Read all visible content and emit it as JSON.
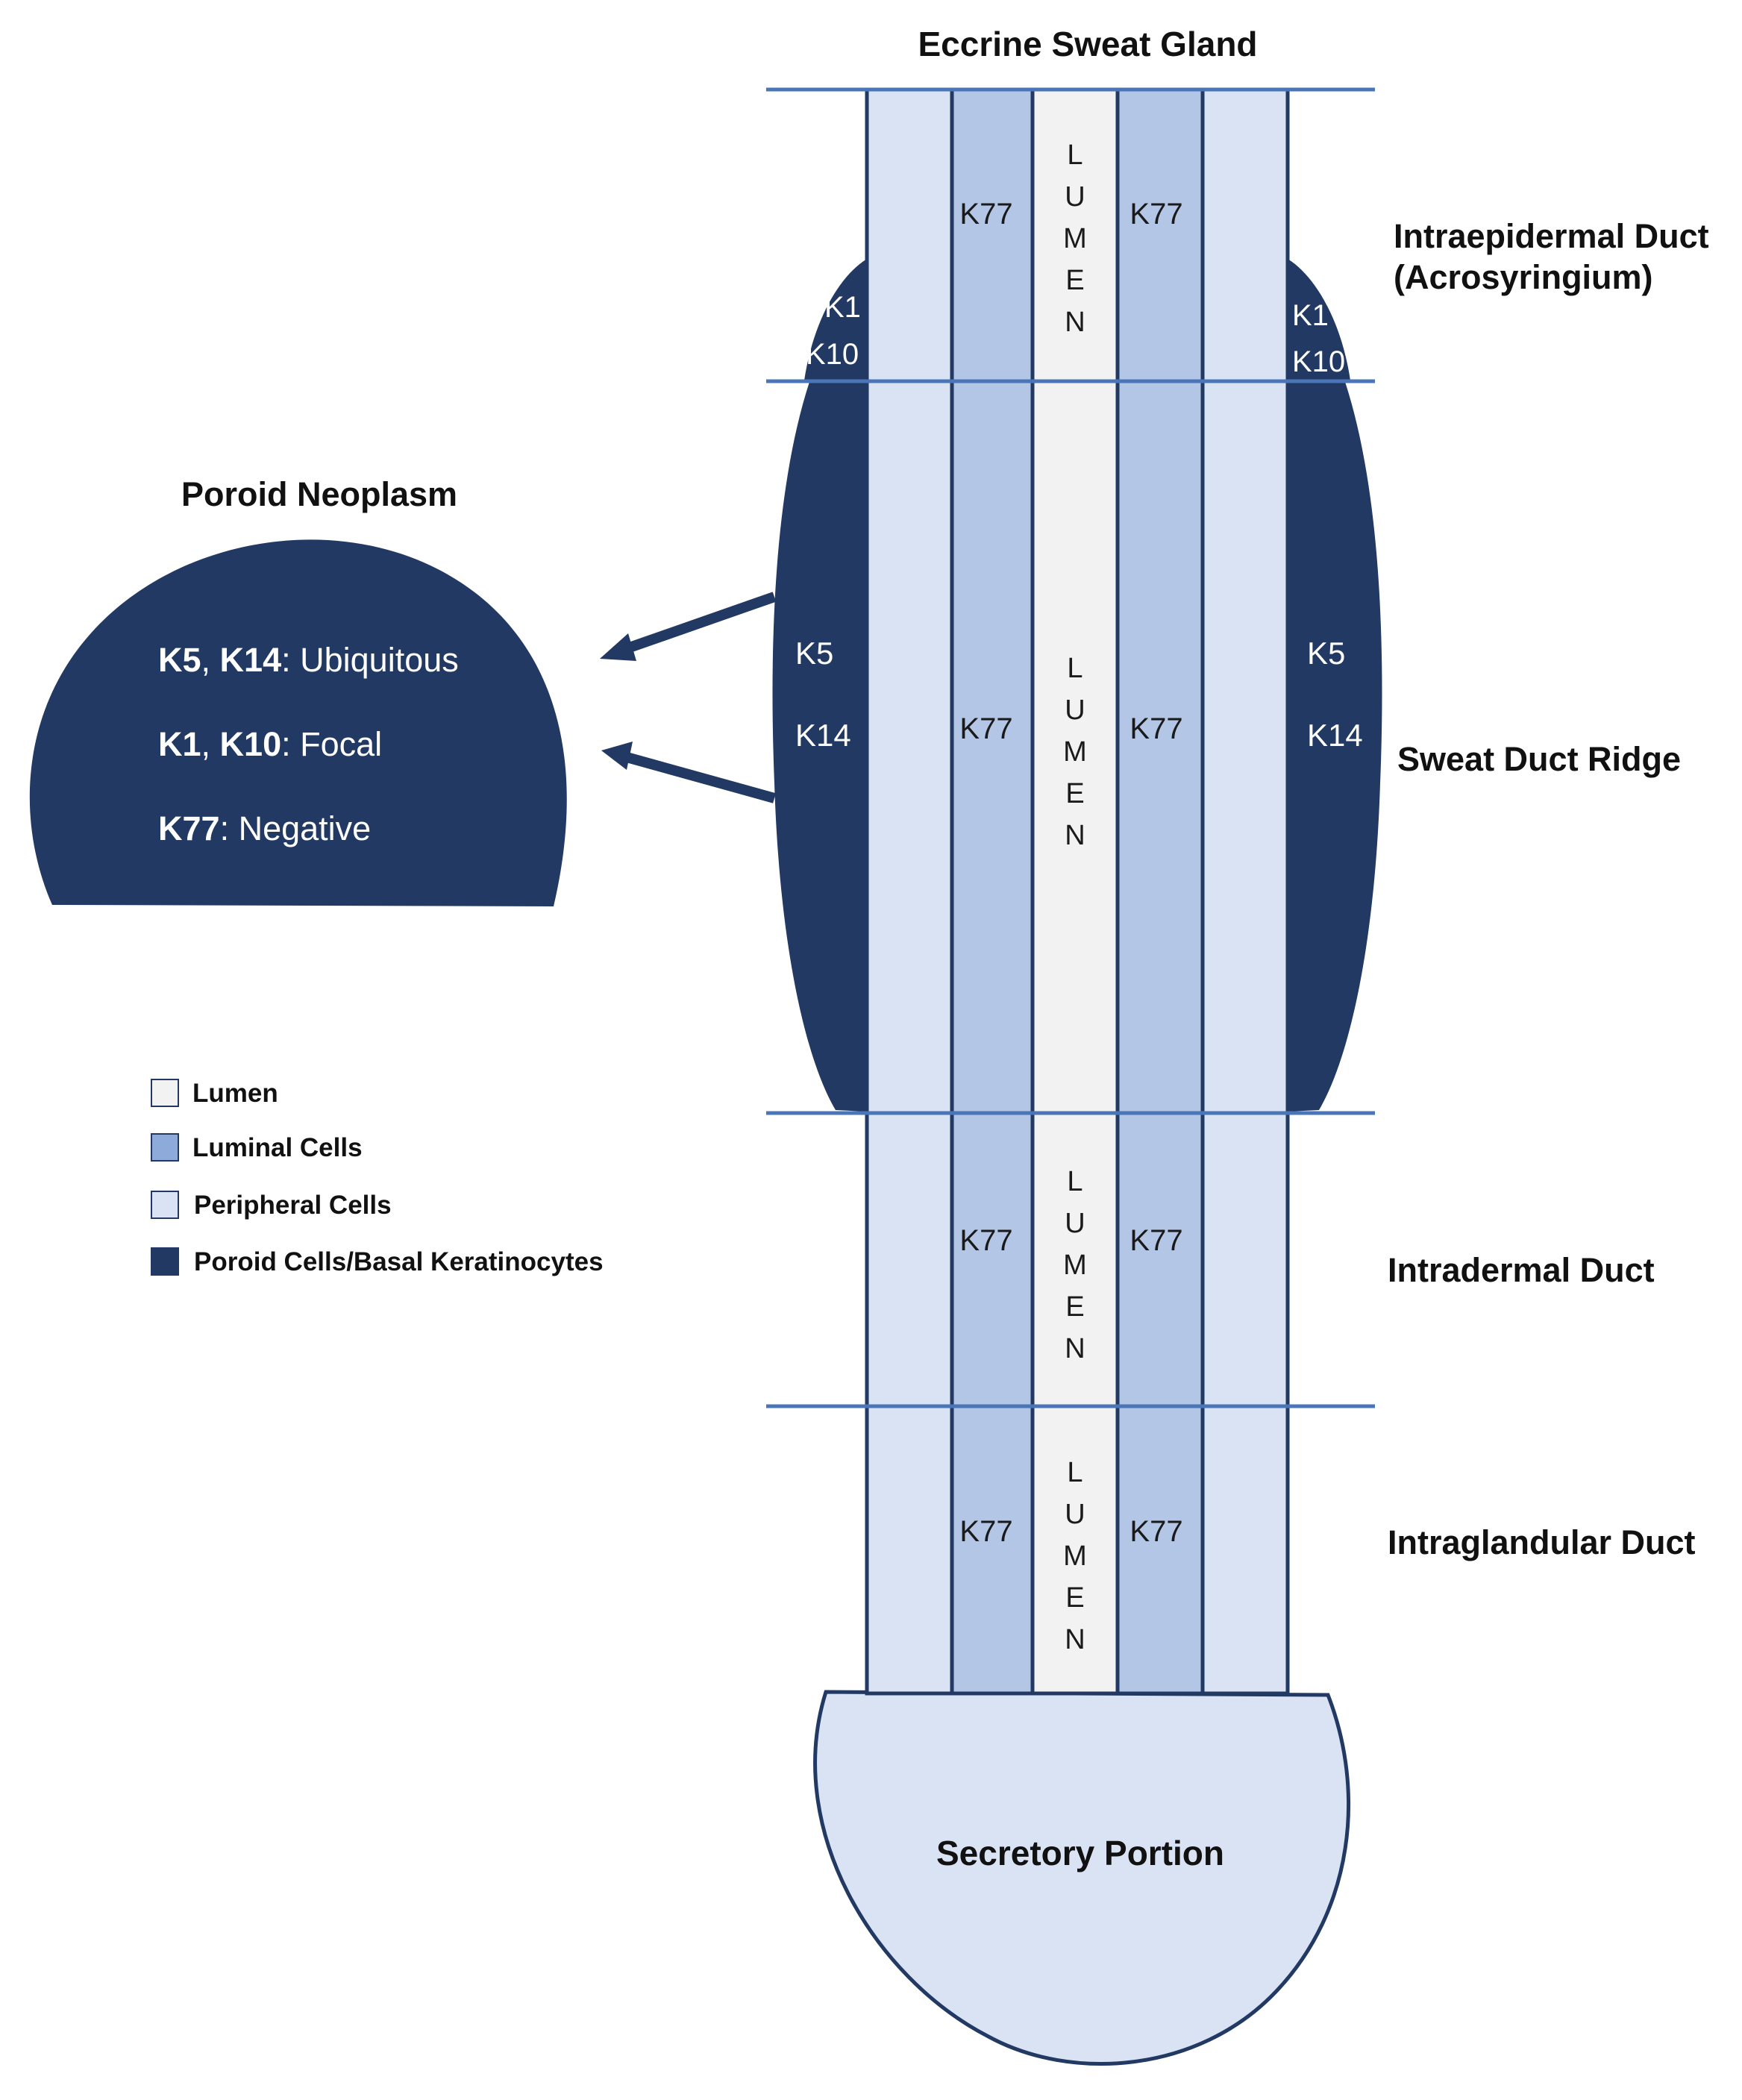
{
  "title": "Eccrine Sweat Gland",
  "colors": {
    "dark": "#213963",
    "luminal": "#b4c6e6",
    "peripheral": "#d9e3f3",
    "lumen": "#f2f2f2",
    "line": "#4a76b8",
    "legend_luminal": "#8eaadb"
  },
  "sections": {
    "intraepidermal": "Intraepidermal Duct",
    "intraepidermal_sub": "(Acrosyringium)",
    "ridge": "Sweat Duct Ridge",
    "intradermal": "Intradermal Duct",
    "intraglandular": "Intraglandular Duct"
  },
  "lumen_letters": [
    "L",
    "U",
    "M",
    "E",
    "N"
  ],
  "k77": "K77",
  "acro_markers": [
    "K1",
    "K10"
  ],
  "ridge_markers": [
    "K5",
    "K14"
  ],
  "secretory": "Secretory Portion",
  "neoplasm": {
    "title": "Poroid Neoplasm",
    "lines": [
      {
        "a": "K5",
        "sep": ", ",
        "b": "K14",
        "rest": ": Ubiquitous"
      },
      {
        "a": "K1",
        "sep": ", ",
        "b": "K10",
        "rest": ": Focal"
      },
      {
        "a": "K77",
        "sep": "",
        "b": "",
        "rest": ": Negative"
      }
    ]
  },
  "legend": [
    {
      "label": "Lumen",
      "color": "#f2f2f2"
    },
    {
      "label": "Luminal Cells",
      "color": "#8eaadb"
    },
    {
      "label": "Peripheral Cells",
      "color": "#d9e3f3"
    },
    {
      "label": "Poroid Cells/Basal Keratinocytes",
      "color": "#213963"
    }
  ]
}
